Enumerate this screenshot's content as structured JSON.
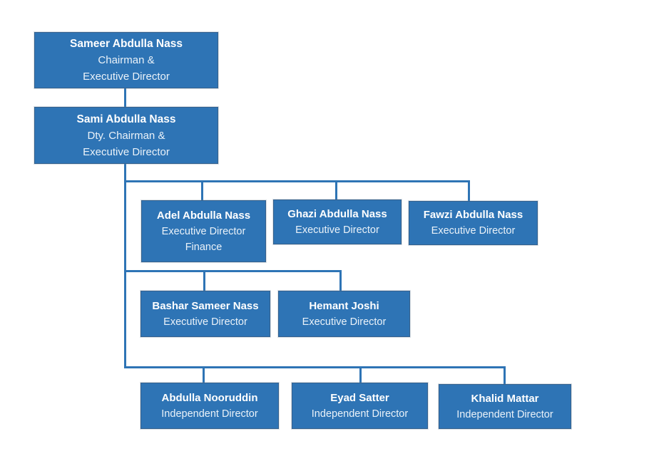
{
  "colors": {
    "box_fill": "#2e74b5",
    "box_border": "#35618d",
    "line_color": "#2e74b5",
    "name_text": "#ffffff",
    "role_text": "#eaf2f9"
  },
  "org": {
    "nodes": [
      {
        "name": "Sameer Abdulla Nass",
        "lines": [
          "Chairman &",
          "Executive Director"
        ]
      },
      {
        "name": "Sami Abdulla Nass",
        "lines": [
          "Dty. Chairman &",
          "Executive Director"
        ]
      },
      {
        "name": "Adel Abdulla Nass",
        "lines": [
          "Executive Director",
          "Finance"
        ]
      },
      {
        "name": "Ghazi Abdulla Nass",
        "lines": [
          "Executive Director"
        ]
      },
      {
        "name": "Fawzi Abdulla Nass",
        "lines": [
          "Executive Director"
        ]
      },
      {
        "name": "Bashar Sameer Nass",
        "lines": [
          "Executive Director"
        ]
      },
      {
        "name": "Hemant Joshi",
        "lines": [
          "Executive Director"
        ]
      },
      {
        "name": "Abdulla Nooruddin",
        "lines": [
          "Independent Director"
        ]
      },
      {
        "name": "Eyad Satter",
        "lines": [
          "Independent Director"
        ]
      },
      {
        "name": "Khalid Mattar",
        "lines": [
          "Independent Director"
        ]
      }
    ]
  }
}
